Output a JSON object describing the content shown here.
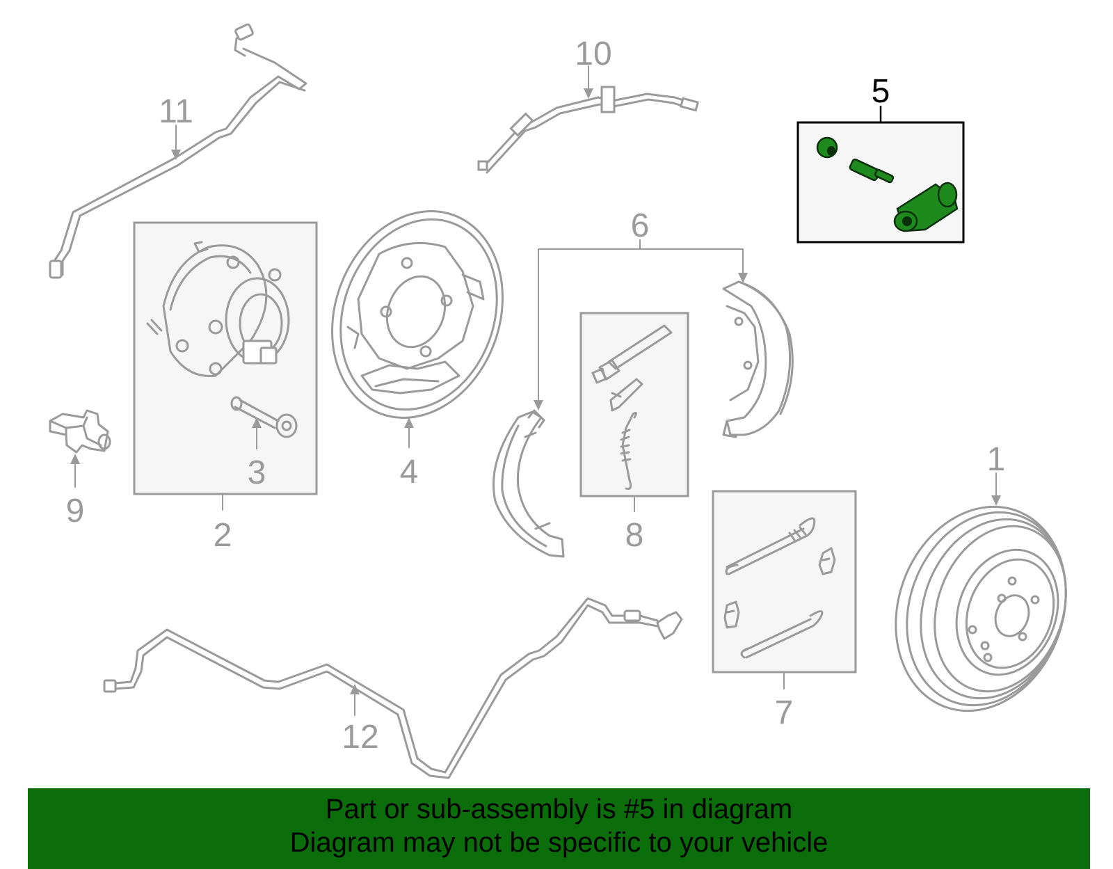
{
  "callouts": [
    "1",
    "2",
    "3",
    "4",
    "5",
    "6",
    "7",
    "8",
    "9",
    "10",
    "11",
    "12"
  ],
  "highlighted_part": "5",
  "banner": {
    "line1": "Part or sub-assembly is #5 in diagram",
    "line2": "Diagram may not be specific to your vehicle"
  },
  "colors": {
    "line_art": "#9a9a9a",
    "highlight_part": "#1e8a1e",
    "banner_background": "#0b6e0b"
  }
}
